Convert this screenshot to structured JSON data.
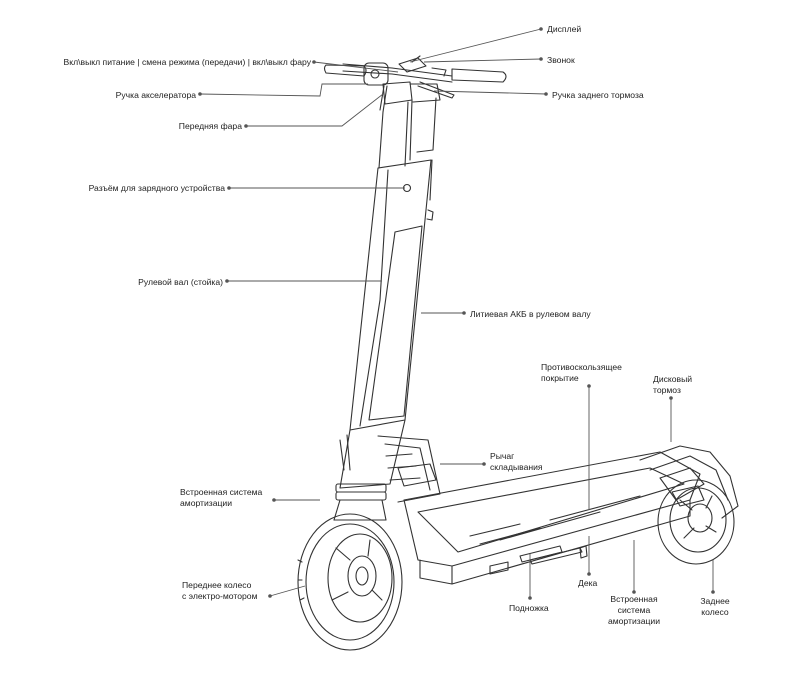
{
  "labels": {
    "display": "Дисплей",
    "bell": "Звонок",
    "power_mode_light": "Вкл\\выкл питание | смена режима (передачи) | вкл\\выкл фару",
    "throttle": "Ручка акселератора",
    "rear_brake_lever": "Ручка заднего тормоза",
    "headlight": "Передняя фара",
    "charging_port": "Разъём для зарядного устройства",
    "steering_column": "Рулевой вал (стойка)",
    "battery": "Литиевая АКБ в рулевом валу",
    "anti_slip": [
      "Противоскользящее",
      "покрытие"
    ],
    "disc_brake": [
      "Дисковый",
      "тормоз"
    ],
    "folding_lever": [
      "Рычаг",
      "складывания"
    ],
    "front_suspension": [
      "Встроенная система",
      "амортизации"
    ],
    "front_wheel": [
      "Переднее колесо",
      "с электро-мотором"
    ],
    "deck": "Дека",
    "kickstand": "Подножка",
    "rear_suspension": [
      "Встроенная",
      "система",
      "амортизации"
    ],
    "rear_wheel": [
      "Заднее",
      "колесо"
    ]
  },
  "colors": {
    "line": "#333333",
    "leader": "#555555",
    "text": "#222222",
    "background": "#ffffff"
  }
}
